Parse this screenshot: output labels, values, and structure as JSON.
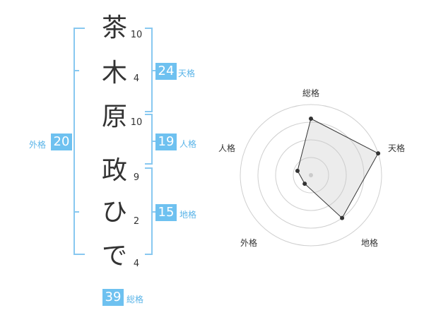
{
  "name_chars": [
    {
      "char": "茶",
      "strokes": "10"
    },
    {
      "char": "木",
      "strokes": "4"
    },
    {
      "char": "原",
      "strokes": "10"
    },
    {
      "char": "政",
      "strokes": "9"
    },
    {
      "char": "ひ",
      "strokes": "2"
    },
    {
      "char": "で",
      "strokes": "4"
    }
  ],
  "kaku": {
    "tenkaku": {
      "value": "24",
      "label": "天格"
    },
    "jinkaku": {
      "value": "19",
      "label": "人格"
    },
    "chikaku": {
      "value": "15",
      "label": "地格"
    },
    "gaikaku": {
      "value": "20",
      "label": "外格"
    },
    "soukaku": {
      "value": "39",
      "label": "総格"
    }
  },
  "colors": {
    "accent": "#6ec1f0",
    "bracket": "#88c8f0",
    "text": "#333333"
  },
  "chart_data": {
    "type": "radar",
    "axes": [
      "総格",
      "天格",
      "地格",
      "外格",
      "人格"
    ],
    "values": [
      0.8,
      1.0,
      0.75,
      0.15,
      0.2
    ],
    "rings": 4
  }
}
